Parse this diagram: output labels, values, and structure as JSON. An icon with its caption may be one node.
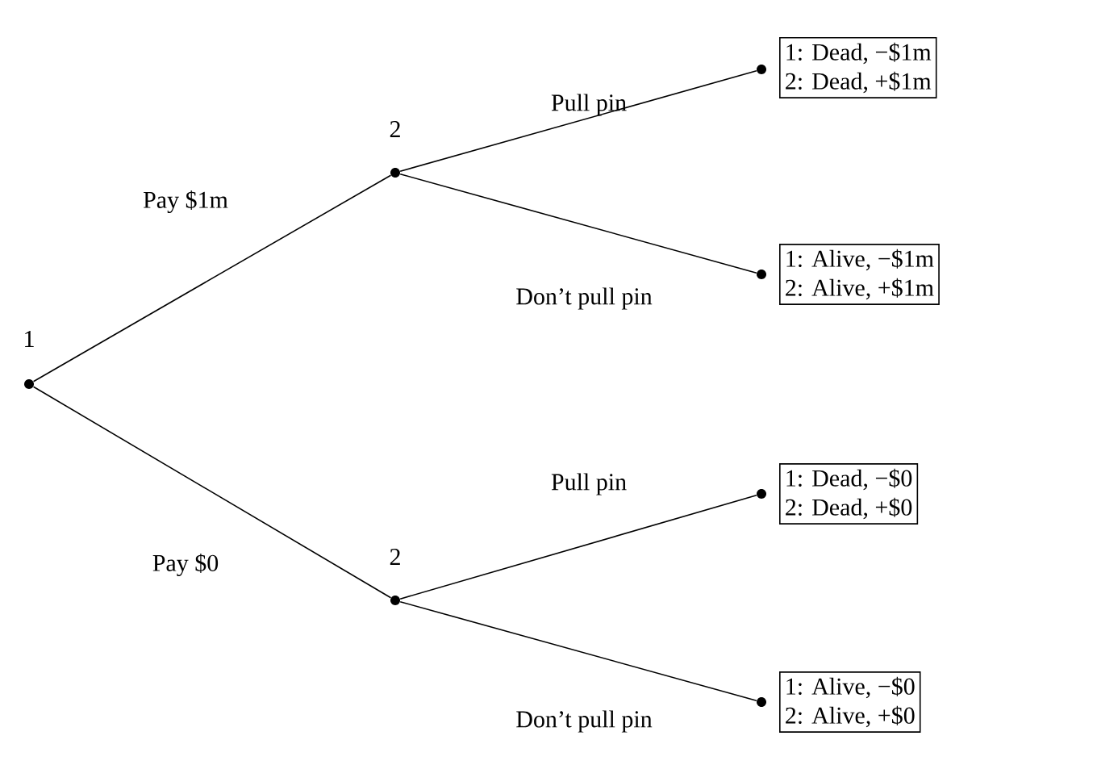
{
  "diagram": {
    "nodes": [
      {
        "text": [],
        "shape": "circle",
        "beside": [
          "1"
        ]
      },
      {
        "text": [],
        "shape": "circle",
        "beside": [
          "2"
        ]
      },
      {
        "text": [],
        "shape": "circle",
        "beside": [
          "2"
        ]
      },
      {
        "text": [],
        "shape": "circle"
      },
      {
        "text": [],
        "shape": "circle"
      },
      {
        "text": [],
        "shape": "circle"
      },
      {
        "text": [],
        "shape": "circle"
      },
      {
        "text": [
          "1: Dead, −$1m",
          "2: Dead, +$1m"
        ]
      },
      {
        "text": [
          "1: Alive, −$1m",
          "2: Alive, +$1m"
        ]
      },
      {
        "text": [
          "1: Dead, −$0",
          "2: Dead, +$0"
        ]
      },
      {
        "text": [
          "1: Alive, −$0",
          "2: Alive, +$0"
        ]
      }
    ],
    "edges": [
      {
        "from": 0,
        "to": 1,
        "arrow": "none",
        "label": "Pay $1m"
      },
      {
        "from": 0,
        "to": 2,
        "arrow": "none",
        "label": "Pay $0"
      },
      {
        "from": 1,
        "to": 3,
        "arrow": "none",
        "label": "Pull pin"
      },
      {
        "from": 1,
        "to": 4,
        "arrow": "none",
        "label": "Don’t pull pin"
      },
      {
        "from": 2,
        "to": 5,
        "arrow": "none",
        "label": "Pull pin"
      },
      {
        "from": 2,
        "to": 6,
        "arrow": "none",
        "label": "Don’t pull pin"
      }
    ]
  }
}
